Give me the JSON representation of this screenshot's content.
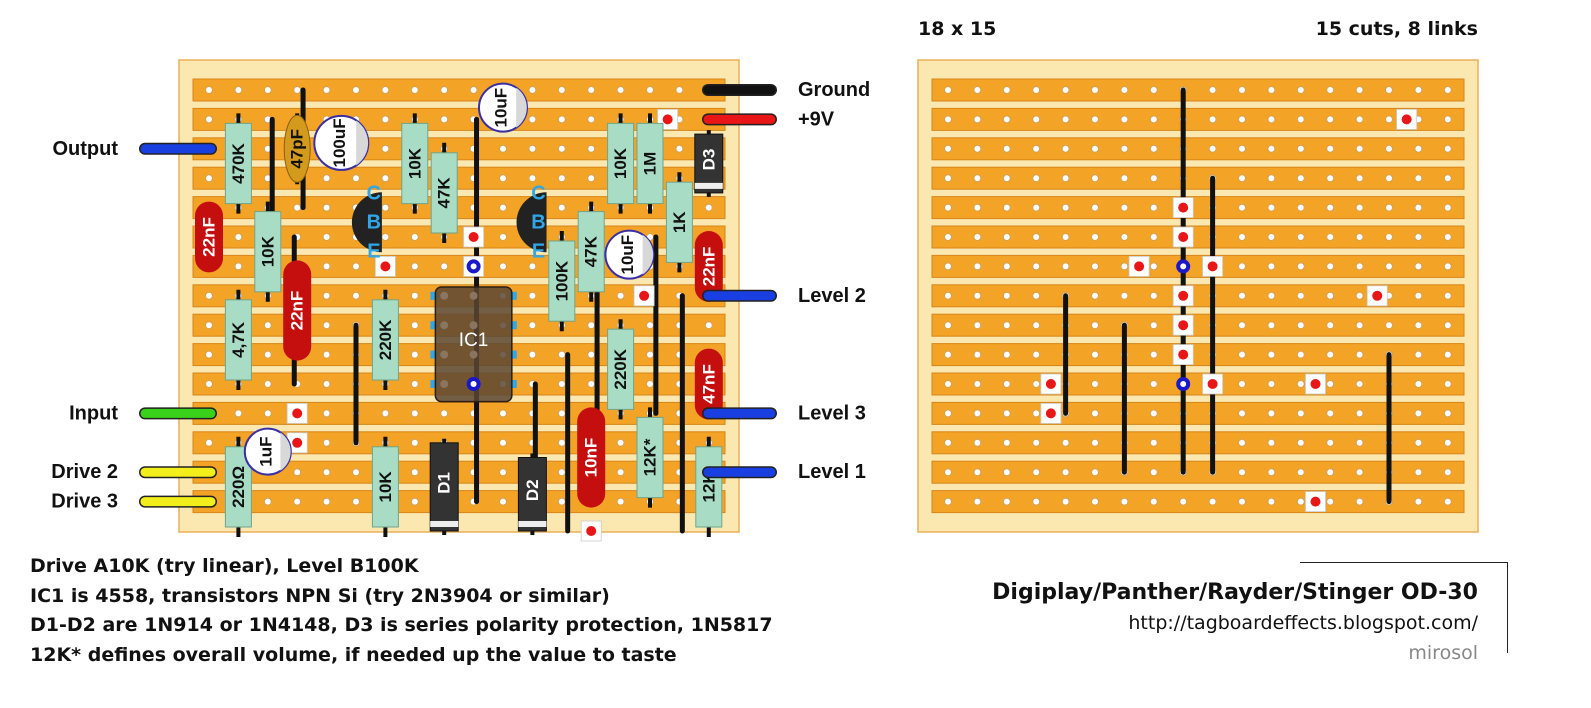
{
  "left_board": {
    "labels_left": [
      {
        "text": "Output",
        "row": 2,
        "color": "#1a3fe0"
      },
      {
        "text": "Input",
        "row": 11,
        "color": "#3ad11a"
      },
      {
        "text": "Drive 2",
        "row": 13,
        "color": "#f2ee1c"
      },
      {
        "text": "Drive 3",
        "row": 14,
        "color": "#f2ee1c"
      }
    ],
    "labels_right": [
      {
        "text": "Ground",
        "row": 0,
        "color": "#111111"
      },
      {
        "text": "+9V",
        "row": 1,
        "color": "#e81616"
      },
      {
        "text": "Level 2",
        "row": 7,
        "color": "#1a3fe0"
      },
      {
        "text": "Level 3",
        "row": 11,
        "color": "#1a3fe0"
      },
      {
        "text": "Level 1",
        "row": 13,
        "color": "#1a3fe0"
      }
    ],
    "resistors": [
      {
        "label": "470K",
        "col": 1,
        "r0": 1,
        "r1": 4
      },
      {
        "label": "10K",
        "col": 2,
        "r0": 4,
        "r1": 7
      },
      {
        "label": "4,7K",
        "col": 1,
        "r0": 7,
        "r1": 10
      },
      {
        "label": "220Ω",
        "col": 1,
        "r0": 12,
        "r1": 15
      },
      {
        "label": "220K",
        "col": 6,
        "r0": 7,
        "r1": 10
      },
      {
        "label": "10K",
        "col": 6,
        "r0": 12,
        "r1": 15
      },
      {
        "label": "10K",
        "col": 7,
        "r0": 1,
        "r1": 4
      },
      {
        "label": "47K",
        "col": 8,
        "r0": 2,
        "r1": 5
      },
      {
        "label": "100K",
        "col": 12,
        "r0": 5,
        "r1": 8
      },
      {
        "label": "47K",
        "col": 13,
        "r0": 4,
        "r1": 7
      },
      {
        "label": "10K",
        "col": 14,
        "r0": 1,
        "r1": 4
      },
      {
        "label": "1M",
        "col": 15,
        "r0": 1,
        "r1": 4
      },
      {
        "label": "1K",
        "col": 16,
        "r0": 3,
        "r1": 6
      },
      {
        "label": "220K",
        "col": 14,
        "r0": 8,
        "r1": 11
      },
      {
        "label": "12K*",
        "col": 15,
        "r0": 11,
        "r1": 14
      },
      {
        "label": "12K",
        "col": 17,
        "r0": 12,
        "r1": 15
      }
    ],
    "film_caps": [
      {
        "label": "22nF",
        "col": 0,
        "r0": 4,
        "r1": 6
      },
      {
        "label": "22nF",
        "col": 3,
        "r0": 6,
        "r1": 9
      },
      {
        "label": "10nF",
        "col": 13,
        "r0": 11,
        "r1": 14
      },
      {
        "label": "22nF",
        "col": 17,
        "r0": 5,
        "r1": 7
      },
      {
        "label": "47nF",
        "col": 17,
        "r0": 9,
        "r1": 11
      }
    ],
    "ceramic_caps": [
      {
        "label": "47pF",
        "col": 3,
        "r0": 1,
        "r1": 3
      }
    ],
    "electrolytics": [
      {
        "label": "100uF",
        "col": 4.5,
        "row": 1.8,
        "r": 27
      },
      {
        "label": "10uF",
        "col": 10,
        "row": 0.6,
        "r": 24
      },
      {
        "label": "10uF",
        "col": 14.3,
        "row": 5.6,
        "r": 24
      },
      {
        "label": "1uF",
        "col": 2,
        "row": 12.3,
        "r": 23
      }
    ],
    "diodes": [
      {
        "label": "D1",
        "col": 8,
        "r0": 12,
        "r1": 15
      },
      {
        "label": "D2",
        "col": 11,
        "r0": 12.5,
        "r1": 15
      },
      {
        "label": "D3",
        "col": 17,
        "r0": 1.5,
        "r1": 3.5
      }
    ],
    "transistors": [
      {
        "col": 5.2,
        "row": 4.5,
        "pins": [
          "C",
          "B",
          "E"
        ]
      },
      {
        "col": 10.8,
        "row": 4.5,
        "pins": [
          "C",
          "B",
          "E"
        ]
      }
    ],
    "ic": {
      "label": "IC1"
    },
    "links": [
      {
        "col": 2.15,
        "r0": 1,
        "r1": 5.5
      },
      {
        "col": 3.2,
        "r0": 0,
        "r1": 4
      },
      {
        "col": 2.9,
        "r0": 5,
        "r1": 10
      },
      {
        "col": 5,
        "r0": 8,
        "r1": 12
      },
      {
        "col": 9.1,
        "r0": 1,
        "r1": 14
      },
      {
        "col": 11.1,
        "r0": 10,
        "r1": 14
      },
      {
        "col": 12.2,
        "r0": 9,
        "r1": 15
      },
      {
        "col": 13.2,
        "r0": 5,
        "r1": 12
      },
      {
        "col": 15.2,
        "r0": 5,
        "r1": 11
      },
      {
        "col": 16.1,
        "r0": 7,
        "r1": 15
      }
    ],
    "cuts": [
      [
        3,
        11
      ],
      [
        3,
        12
      ],
      [
        6,
        6
      ],
      [
        6,
        9
      ],
      [
        8,
        14
      ],
      [
        8,
        4
      ],
      [
        9,
        5
      ],
      [
        9,
        6
      ],
      [
        13,
        15
      ],
      [
        14.8,
        7
      ],
      [
        15.6,
        1
      ]
    ]
  },
  "right_board": {
    "links": [
      {
        "col": 8,
        "r0": 0,
        "r1": 13
      },
      {
        "col": 9,
        "r0": 3,
        "r1": 13
      },
      {
        "col": 4,
        "r0": 7,
        "r1": 11
      },
      {
        "col": 6,
        "r0": 8,
        "r1": 13
      },
      {
        "col": 15,
        "r0": 9,
        "r1": 14
      }
    ],
    "cuts": [
      [
        15.6,
        1
      ],
      [
        8,
        4
      ],
      [
        8,
        5
      ],
      [
        6.5,
        6
      ],
      [
        9,
        6
      ],
      [
        8,
        7
      ],
      [
        14.6,
        7
      ],
      [
        8,
        8
      ],
      [
        8,
        9
      ],
      [
        3.5,
        10
      ],
      [
        9,
        10
      ],
      [
        12.5,
        10
      ],
      [
        3.5,
        11
      ],
      [
        12.5,
        14
      ]
    ],
    "hubs": [
      [
        8,
        6
      ],
      [
        8,
        10
      ]
    ]
  },
  "header": {
    "grid_size": "18 x 15",
    "cuts_links": "15 cuts, 8 links"
  },
  "notes": [
    "Drive A10K (try linear), Level B100K",
    "IC1 is 4558, transistors NPN Si (try 2N3904 or similar)",
    "D1-D2 are 1N914 or 1N4148, D3 is series polarity protection, 1N5817",
    "12K* defines overall volume, if needed up the value to taste"
  ],
  "credits": {
    "title": "Digiplay/Panther/Rayder/Stinger OD-30",
    "url": "http://tagboardeffects.blogspot.com/",
    "author": "mirosol"
  },
  "colors": {
    "board": "#fbe7b0",
    "strip": "#f3a326",
    "resistor": "#a9dcc4",
    "film_cap": "#c50f0f",
    "link": "#111111",
    "cut": "#e81616",
    "ic": "#5a4634",
    "hub": "#1919c9"
  }
}
